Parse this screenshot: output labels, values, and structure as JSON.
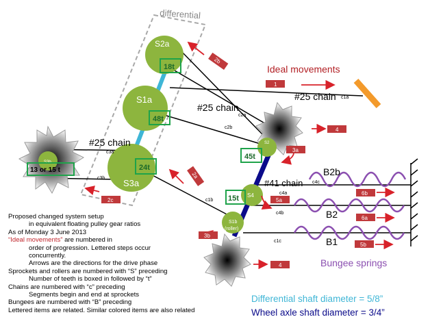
{
  "diagram": {
    "differential_label": "differential",
    "ideal_movements_label": "Ideal movements",
    "bungee_label": "Bungee springs",
    "sprockets": {
      "s2a": "S2a",
      "s1a": "S1a",
      "s3a": "S3a",
      "s3b": "S3b",
      "s2": "S2",
      "s4": "S4",
      "s1b": "S1b",
      "roller": "(roller)"
    },
    "teeth": {
      "t18": "18t",
      "t48": "48t",
      "t24": "24t",
      "t45": "45t",
      "t15": "15t",
      "t13or15": "13 or 15 t"
    },
    "chains": {
      "chain25_top": "#25 chain",
      "chain25_mid": "#25 chain",
      "chain25_left": "#25 chain",
      "chain41": "#41 chain"
    },
    "chain_segments": {
      "c1a": "c1a",
      "c2a": "c2a",
      "c2b": "c2b",
      "c3a": "c3a",
      "c3b": "c3b",
      "c1b": "c1b",
      "c4a": "c4a",
      "c4b": "c4b",
      "c4c": "c4c",
      "c1c": "c1c"
    },
    "bungees": {
      "b2b": "B2b",
      "b2": "B2",
      "b1": "B1"
    },
    "movement_tags": {
      "m1": "1",
      "m2b": "2b",
      "m2a": "2a",
      "m2c": "2c",
      "m3a": "3a",
      "m3b": "3b",
      "m4_top": "4",
      "m4_bottom": "4",
      "m5a": "5a",
      "m5b": "5b",
      "m6a": "6a",
      "m6b": "6b"
    }
  },
  "notes": {
    "line1": "Proposed changed system setup",
    "line2": "in equivalent floating pulley gear ratios",
    "line3": "As of Monday 3 June 2013",
    "line4_red": "“Ideal movements”",
    "line4_rest": " are numbered in",
    "line5": "order of progression. Lettered steps occur",
    "line6": "concurrently.",
    "line7": "Arrows are the directions for the drive phase",
    "line8": "Sprockets and rollers are numbered with “S” preceding",
    "line9": "Number of teeth is boxed in followed by “t”",
    "line10": "Chains are numbered with “c” preceding",
    "line11": "Segments begin and end at sprockets",
    "line12": "Bungees are numbered with “B” preceding",
    "line13": "Lettered items are related. Similar colored items are also related"
  },
  "shaft_notes": {
    "differential": "Differential shaft diameter = 5/8”",
    "wheel_axle": "Wheel axle shaft diameter = 3/4”"
  },
  "colors": {
    "sprocket_green": "#8db53e",
    "tag_red": "#c0393b",
    "differential_shaft": "#3fb6d6",
    "wheel_axle": "#0b0b8a",
    "bungee_purple": "#8b4fb0",
    "ideal_red": "#b21f24",
    "orange_bar": "#f39a2b"
  }
}
